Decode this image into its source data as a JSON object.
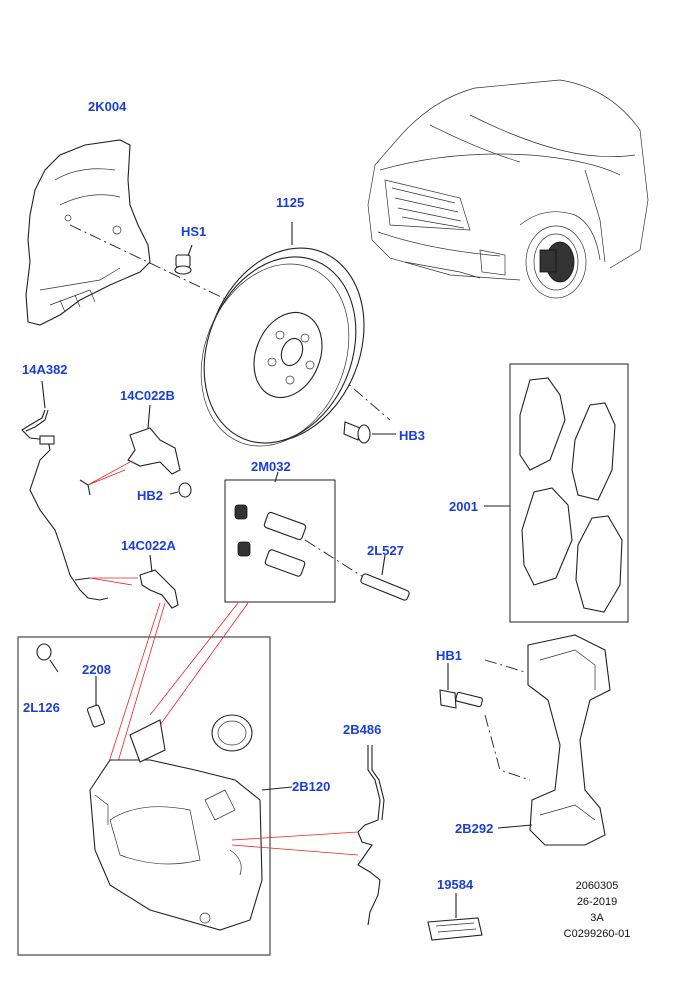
{
  "callouts": {
    "c_2K004": "2K004",
    "c_1125": "1125",
    "c_HS1": "HS1",
    "c_14A382": "14A382",
    "c_14C022B": "14C022B",
    "c_HB2": "HB2",
    "c_2M032": "2M032",
    "c_HB3": "HB3",
    "c_2001": "2001",
    "c_14C022A": "14C022A",
    "c_2L527": "2L527",
    "c_2208": "2208",
    "c_2L126": "2L126",
    "c_HB1": "HB1",
    "c_2B486": "2B486",
    "c_2B120": "2B120",
    "c_2B292": "2B292",
    "c_19584": "19584"
  },
  "reference": {
    "line1": "2060305",
    "line2": "26-2019",
    "line3": "3A",
    "line4": "C0299260-01"
  },
  "colors": {
    "callout": "#1a3fd6",
    "leader_red": "#ee2222",
    "ink": "#222222"
  }
}
